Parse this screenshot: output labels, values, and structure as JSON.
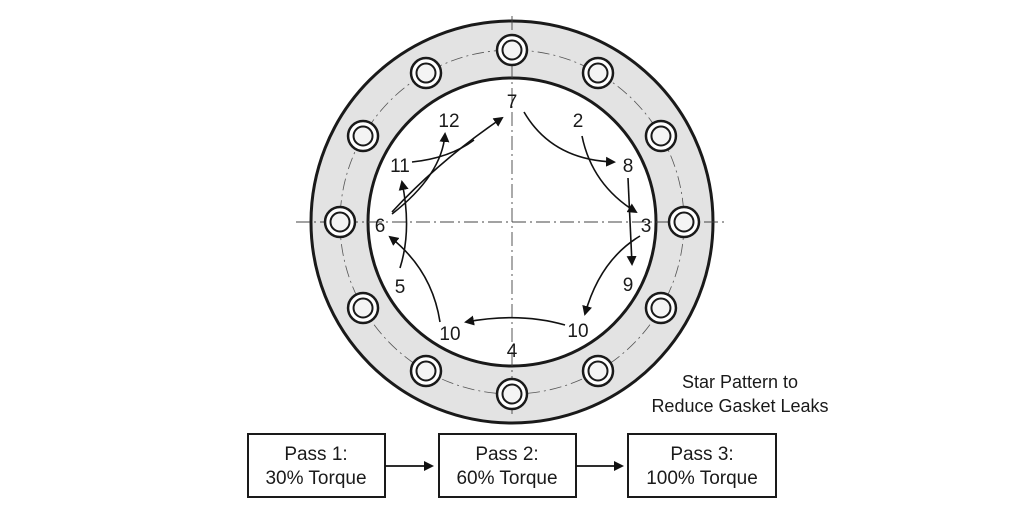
{
  "caption": {
    "line1": "Star Pattern to",
    "line2": "Reduce Gasket Leaks"
  },
  "flange": {
    "bolt_count": 12,
    "ring_fill": "#e3e3e3",
    "stroke": "#1a1a1a"
  },
  "sequence_labels": [
    {
      "id": "seq-7",
      "text": "7"
    },
    {
      "id": "seq-2",
      "text": "2"
    },
    {
      "id": "seq-8",
      "text": "8"
    },
    {
      "id": "seq-3",
      "text": "3"
    },
    {
      "id": "seq-9",
      "text": "9"
    },
    {
      "id": "seq-10-right",
      "text": "10"
    },
    {
      "id": "seq-4",
      "text": "4"
    },
    {
      "id": "seq-10-left",
      "text": "10"
    },
    {
      "id": "seq-5",
      "text": "5"
    },
    {
      "id": "seq-6",
      "text": "6"
    },
    {
      "id": "seq-11",
      "text": "11"
    },
    {
      "id": "seq-12",
      "text": "12"
    }
  ],
  "passes": [
    {
      "line1": "Pass 1:",
      "line2": "30% Torque"
    },
    {
      "line1": "Pass 2:",
      "line2": "60% Torque"
    },
    {
      "line1": "Pass 3:",
      "line2": "100% Torque"
    }
  ]
}
